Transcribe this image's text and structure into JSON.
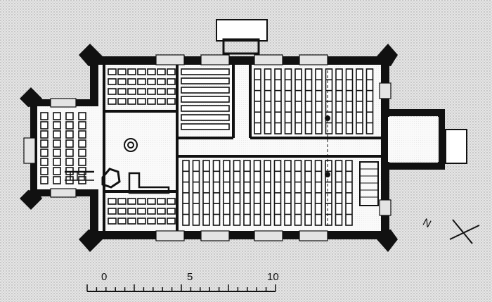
{
  "scale_bar": {
    "ticks": [
      "0",
      "5",
      "10"
    ]
  },
  "north_arrow": {
    "letter": "N"
  },
  "colors": {
    "background": "#e9e9e9",
    "ink": "#111111",
    "paper": "#ffffff",
    "hatch": "#d2d2d2"
  }
}
